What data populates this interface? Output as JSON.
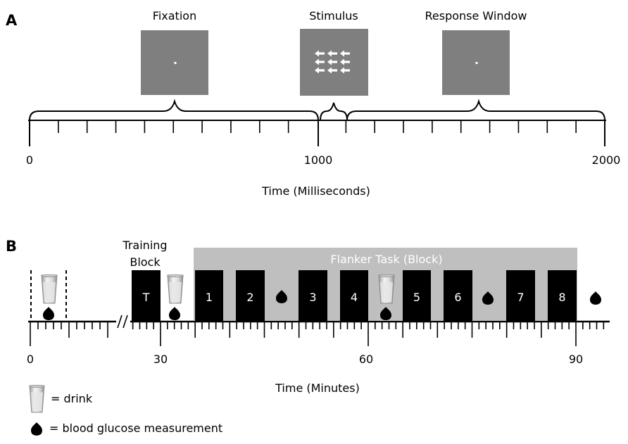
{
  "panel_a": {
    "label": "A",
    "screens": [
      {
        "title": "Fixation",
        "content": "dot"
      },
      {
        "title": "Stimulus",
        "content": "arrows"
      },
      {
        "title": "Response Window",
        "content": "dot"
      }
    ],
    "axis_ticks": [
      "0",
      "1000",
      "2000"
    ],
    "axis_title": "Time (Milliseconds)"
  },
  "panel_b": {
    "label": "B",
    "training_label_line1": "Training",
    "training_label_line2": "Block",
    "training_block": "T",
    "flanker_title": "Flanker Task (Block)",
    "blocks": [
      "1",
      "2",
      "3",
      "4",
      "5",
      "6",
      "7",
      "8"
    ],
    "axis_ticks": [
      "0",
      "30",
      "60",
      "90"
    ],
    "axis_title": "Time (Minutes)"
  },
  "legend": {
    "drink": "= drink",
    "glucose": "= blood glucose measurement"
  },
  "colors": {
    "screen_gray": "#7f7f7f",
    "flanker_band": "#bfbfbf",
    "block": "#000000"
  }
}
